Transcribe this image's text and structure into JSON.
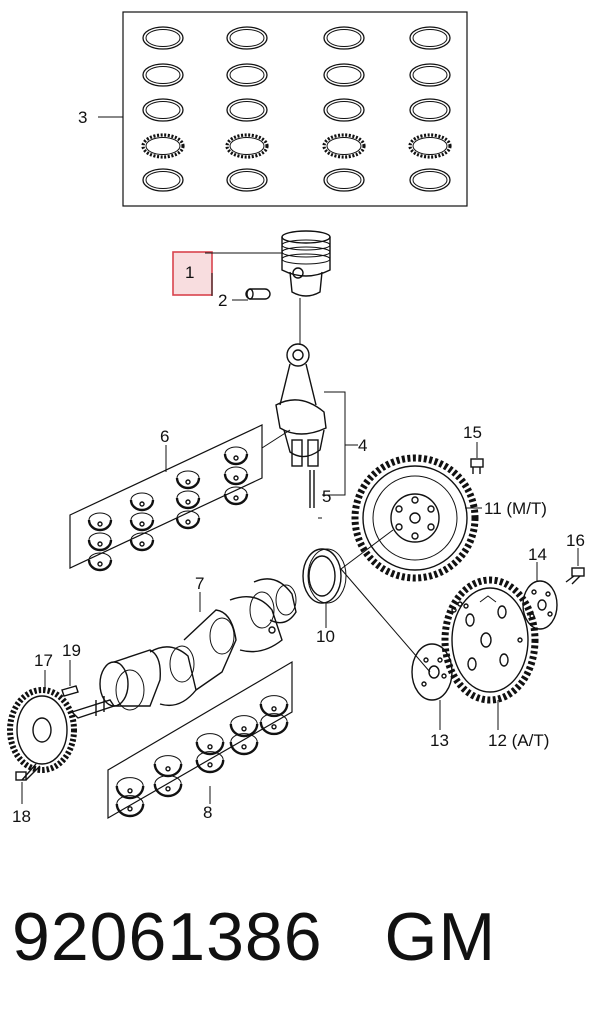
{
  "callouts": {
    "c1": "1",
    "c2": "2",
    "c3": "3",
    "c4": "4",
    "c5": "5",
    "c6": "6",
    "c7": "7",
    "c8": "8",
    "c10": "10",
    "c11": "11 (M/T)",
    "c12": "12 (A/T)",
    "c13": "13",
    "c14": "14",
    "c15": "15",
    "c16": "16",
    "c17": "17",
    "c18": "18",
    "c19": "19"
  },
  "highlight": {
    "callout": "1",
    "color": "#d9434e"
  },
  "footer": {
    "part_number": "92061386",
    "brand": "GM"
  }
}
